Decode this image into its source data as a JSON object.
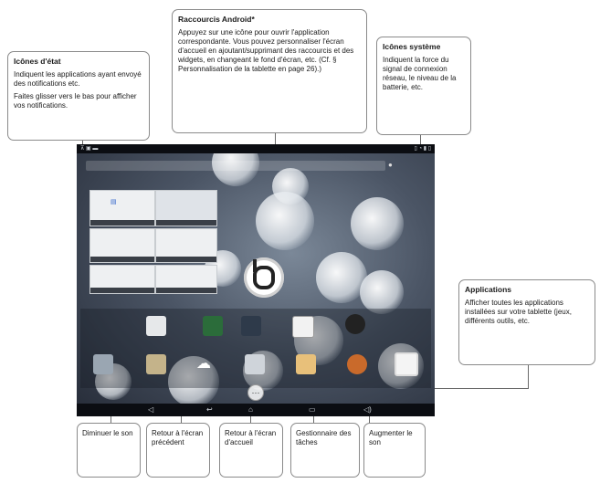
{
  "callouts": {
    "etat": {
      "title": "Icônes d'état",
      "p1": "Indiquent les applications ayant envoyé des notifications etc.",
      "p2": "Faites glisser vers le bas pour afficher vos notifications."
    },
    "raccourcis": {
      "title": "Raccourcis Android*",
      "body": "Appuyez sur une icône pour ouvrir l'application correspondante. Vous pouvez personnaliser l'écran d'accueil en ajoutant/supprimant des raccourcis et des widgets, en changeant le fond d'écran, etc. (Cf. § Personnalisation de la tablette en page 26).)"
    },
    "systeme": {
      "title": "Icônes système",
      "body": "Indiquent la force du signal de connexion réseau, le niveau de la batterie, etc."
    },
    "applications": {
      "title": "Applications",
      "body": "Afficher toutes les applications installées sur votre tablette (jeux, différents outils, etc."
    }
  },
  "bottom_labels": {
    "diminuer": "Diminuer le son",
    "retour_prec": "Retour à l'écran précédent",
    "retour_accueil": "Retour à l'écran d'accueil",
    "gestionnaire": "Gestionnaire des tâches",
    "augmenter": "Augmenter le son"
  },
  "icons": {
    "status": "notification-icons",
    "system": "wifi-battery-icons",
    "nav": [
      "volume-down-icon",
      "back-icon",
      "home-icon",
      "recent-apps-icon",
      "volume-up-icon"
    ]
  }
}
